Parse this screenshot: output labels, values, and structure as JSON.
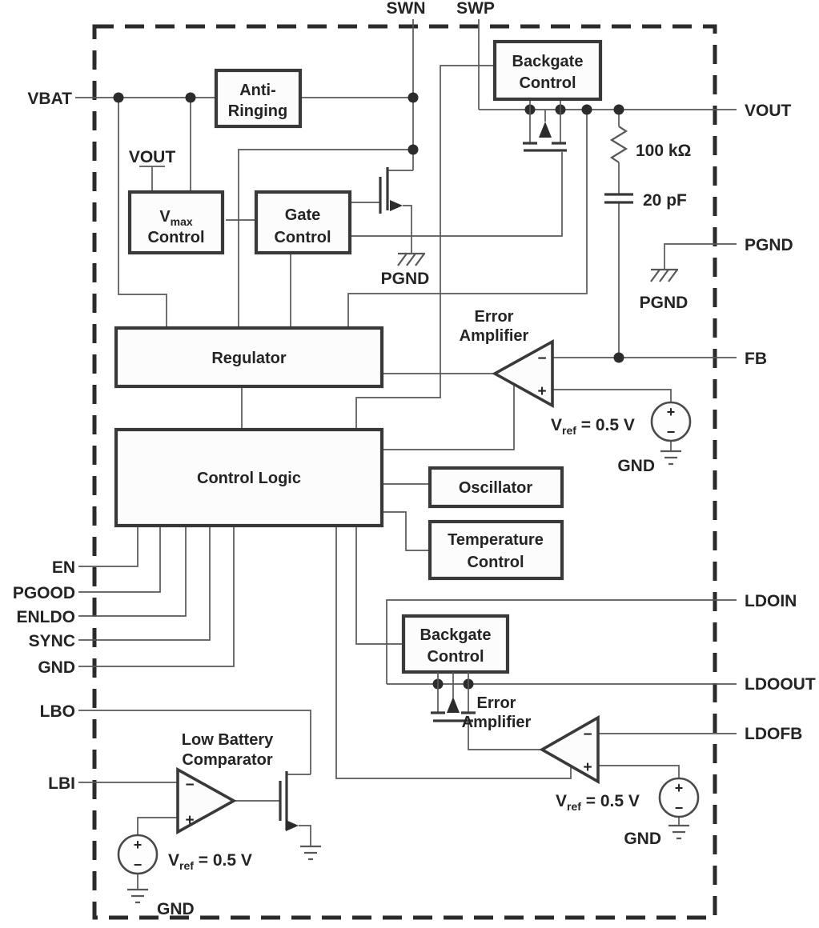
{
  "diagram": {
    "top_pins": {
      "swn": "SWN",
      "swp": "SWP"
    },
    "left_pins": {
      "vbat": "VBAT",
      "en": "EN",
      "pgood": "PGOOD",
      "enldo": "ENLDO",
      "sync": "SYNC",
      "gnd": "GND",
      "lbo": "LBO",
      "lbi": "LBI"
    },
    "right_pins": {
      "vout": "VOUT",
      "pgnd": "PGND",
      "fb": "FB",
      "ldoin": "LDOIN",
      "ldoout": "LDOOUT",
      "ldofb": "LDOFB"
    },
    "blocks": {
      "anti_ringing_l1": "Anti-",
      "anti_ringing_l2": "Ringing",
      "backgate_l1": "Backgate",
      "backgate_l2": "Control",
      "vmax_v": "V",
      "vmax_sub": "max",
      "vmax_l2": "Control",
      "gate_l1": "Gate",
      "gate_l2": "Control",
      "regulator": "Regulator",
      "control_logic": "Control Logic",
      "oscillator": "Oscillator",
      "temp_l1": "Temperature",
      "temp_l2": "Control",
      "error_amp_l1": "Error",
      "error_amp_l2": "Amplifier",
      "lbc_l1": "Low Battery",
      "lbc_l2": "Comparator"
    },
    "components": {
      "vout_sense": "VOUT",
      "resistor": "100 kΩ",
      "capacitor": "20 pF",
      "pgnd_label": "PGND",
      "gnd_label": "GND",
      "vref_v": "V",
      "vref_sub": "ref",
      "vref_val": " = 0.5 V",
      "plus": "+",
      "minus": "−"
    },
    "colors": {
      "background": "#ffffff",
      "wire": "#57585a",
      "box_border": "#39393b",
      "box_fill": "#fcfcfc",
      "text": "#242424",
      "chip_border": "#2b2b2b"
    }
  }
}
